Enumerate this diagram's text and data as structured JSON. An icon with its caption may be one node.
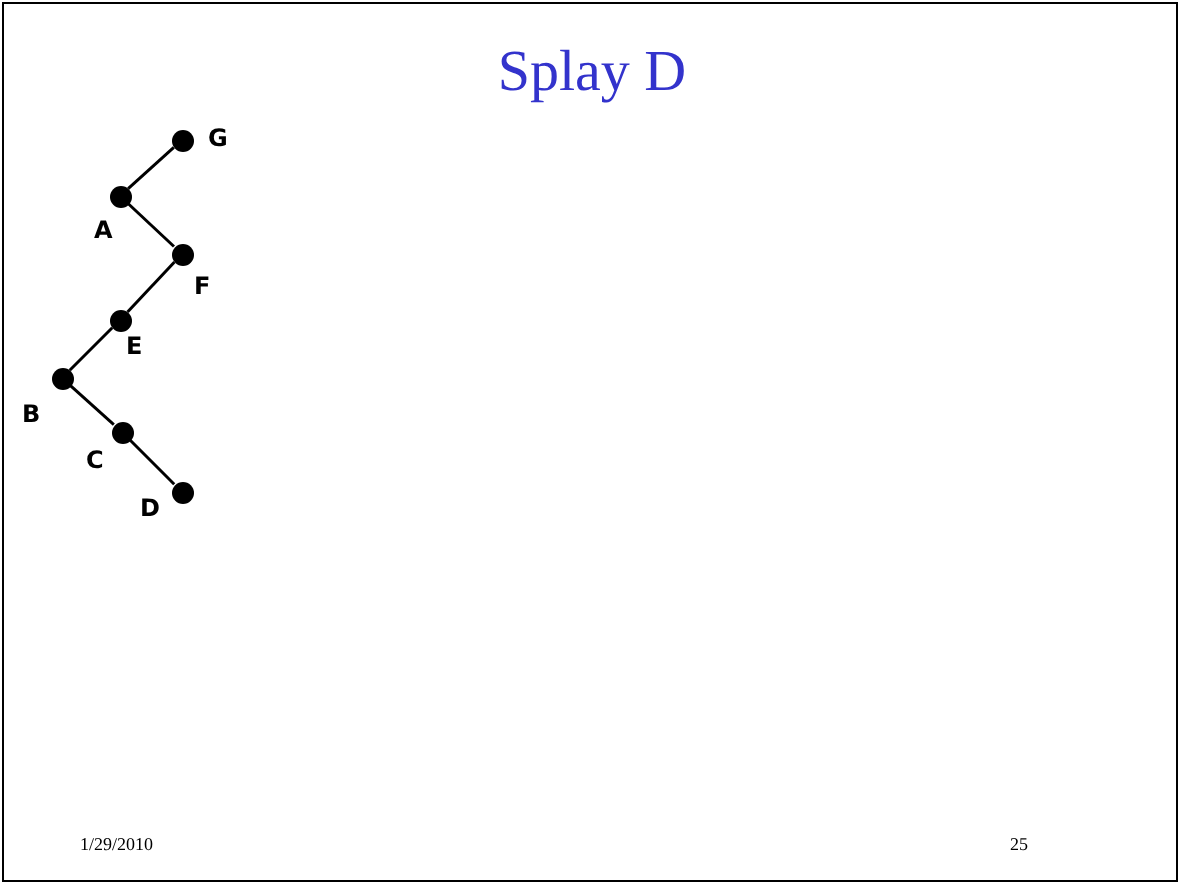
{
  "diagram": {
    "title": "Splay D",
    "nodes": [
      {
        "text": [],
        "shape": "circle",
        "beside": [
          "G"
        ]
      },
      {
        "text": [],
        "shape": "circle",
        "beside": [
          "A"
        ]
      },
      {
        "text": [],
        "shape": "circle",
        "beside": [
          "F"
        ]
      },
      {
        "text": [],
        "shape": "circle",
        "beside": [
          "E"
        ]
      },
      {
        "text": [],
        "shape": "circle",
        "beside": [
          "B"
        ]
      },
      {
        "text": [],
        "shape": "circle",
        "beside": [
          "C"
        ]
      },
      {
        "text": [],
        "shape": "circle",
        "beside": [
          "D"
        ]
      }
    ],
    "edges": [
      {
        "from": 0,
        "to": 1,
        "arrow": "none"
      },
      {
        "from": 1,
        "to": 2,
        "arrow": "none"
      },
      {
        "from": 2,
        "to": 3,
        "arrow": "none"
      },
      {
        "from": 3,
        "to": 4,
        "arrow": "none"
      },
      {
        "from": 4,
        "to": 5,
        "arrow": "none"
      },
      {
        "from": 5,
        "to": 6,
        "arrow": "none"
      }
    ],
    "labels": [
      "1/29/2010",
      "25"
    ]
  }
}
